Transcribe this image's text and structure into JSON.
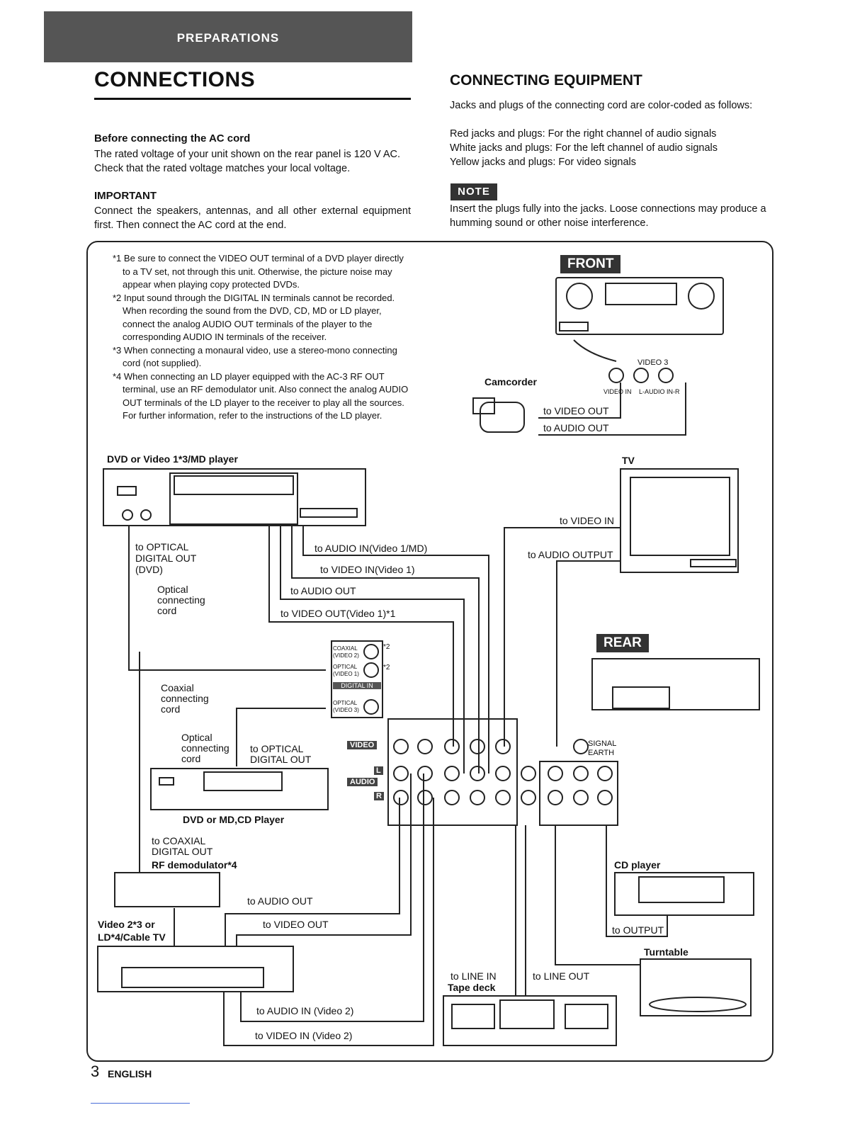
{
  "header": {
    "section": "PREPARATIONS",
    "title": "CONNECTIONS"
  },
  "left": {
    "ac_heading": "Before connecting the AC cord",
    "ac_text": "The rated voltage of your unit shown on the rear panel is 120 V AC. Check that the rated voltage matches your local voltage.",
    "important_heading": "IMPORTANT",
    "important_text": "Connect the speakers, antennas, and all other external equipment first. Then connect the AC cord at the end."
  },
  "right": {
    "heading": "CONNECTING EQUIPMENT",
    "intro": "Jacks and plugs of the connecting cord are color-coded as follows:",
    "red": "Red jacks and plugs: For the right channel of audio signals",
    "white": "White jacks and plugs: For the left channel of audio signals",
    "yellow": "Yellow jacks and plugs: For video signals",
    "note_label": "NOTE",
    "note_text": "Insert the plugs fully into the jacks. Loose connections may produce a humming sound or other noise interference."
  },
  "footnotes": [
    "*1 Be sure to connect the VIDEO OUT terminal of a DVD player directly to a TV set, not through this unit. Otherwise, the picture noise may appear when playing copy protected DVDs.",
    "*2 Input sound through the DIGITAL IN terminals cannot be recorded. When recording the sound from the DVD, CD, MD or LD player, connect the analog AUDIO OUT terminals of the player to the corresponding AUDIO IN terminals of the receiver.",
    "*3 When connecting a monaural video, use a stereo-mono connecting cord (not supplied).",
    "*4 When connecting an LD player equipped with the AC-3 RF OUT terminal, use an RF demodulator unit. Also connect the analog AUDIO OUT terminals of the LD player to the receiver to play all the sources. For further information, refer to the instructions of the LD player."
  ],
  "diagram": {
    "front": "FRONT",
    "rear": "REAR",
    "video3": "VIDEO 3",
    "video_in_small": "VIDEO IN",
    "audio_in_small": "L-AUDIO IN-R",
    "camcorder": "Camcorder",
    "cam_video": "to VIDEO OUT",
    "cam_audio": "to AUDIO OUT",
    "dvd_title": "DVD or Video 1*3/MD player",
    "tv": "TV",
    "tv_video_in": "to VIDEO IN",
    "tv_audio_out": "to AUDIO OUTPUT",
    "opt_dvd": "to OPTICAL DIGITAL OUT (DVD)",
    "opt_cord": "Optical connecting cord",
    "audio_in_v1": "to AUDIO IN(Video 1/MD)",
    "video_in_v1": "to VIDEO IN(Video 1)",
    "audio_out": "to AUDIO OUT",
    "video_out_v1": "to VIDEO OUT(Video 1)*1",
    "coax_cord": "Coaxial connecting cord",
    "opt_cord2": "Optical connecting cord",
    "opt_dig_out": "to OPTICAL DIGITAL OUT",
    "dvd_cd": "DVD or MD,CD Player",
    "coax_out": "to COAXIAL DIGITAL OUT",
    "rf_demod": "RF demodulator*4",
    "video2": "Video 2*3 or LD*4/Cable TV",
    "v2_audio_out": "to AUDIO OUT",
    "v2_video_out": "to VIDEO OUT",
    "v2_audio_in": "to AUDIO IN (Video 2)",
    "v2_video_in": "to VIDEO IN (Video 2)",
    "cd_player": "CD player",
    "cd_output": "to OUTPUT",
    "turntable": "Turntable",
    "tape_deck": "Tape deck",
    "line_in": "to LINE IN",
    "line_out": "to LINE OUT",
    "signal_earth": "SIGNAL EARTH",
    "panel_video": "VIDEO",
    "panel_audio": "AUDIO",
    "panel_l": "L",
    "panel_r": "R",
    "coaxial_v2": "COAXIAL (VIDEO 2)",
    "optical_v1": "OPTICAL (VIDEO 1)",
    "digital_in": "DIGITAL IN",
    "optical_v3": "OPTICAL (VIDEO 3)",
    "star2": "*2"
  },
  "footer": {
    "page": "3",
    "lang": "ENGLISH"
  }
}
